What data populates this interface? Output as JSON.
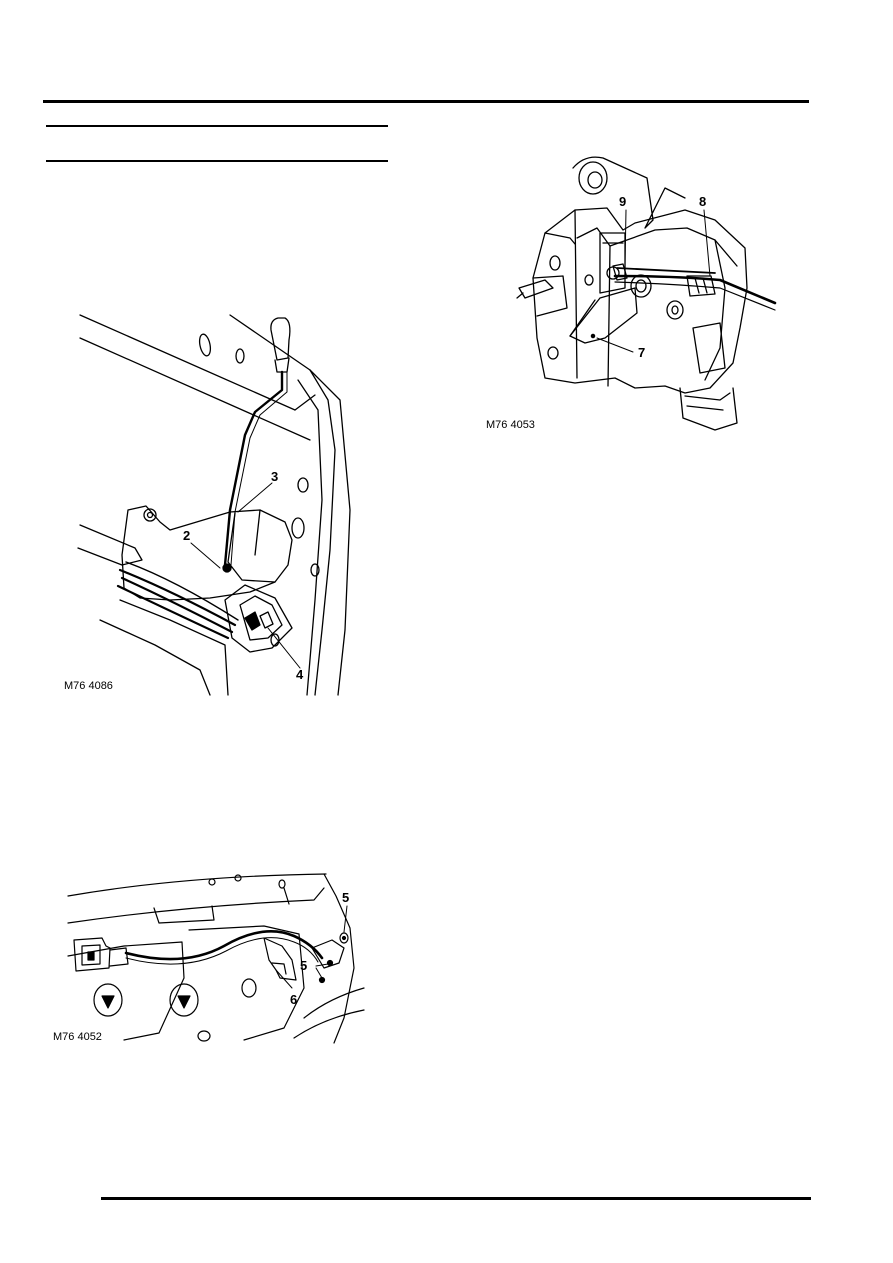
{
  "figures": {
    "fig1": {
      "ref": "M76 4086",
      "callouts": [
        "2",
        "3",
        "4"
      ]
    },
    "fig2": {
      "ref": "M76 4052",
      "callouts": [
        "5",
        "5",
        "6"
      ]
    },
    "fig3": {
      "ref": "M76 4053",
      "callouts": [
        "9",
        "8",
        "7"
      ]
    }
  }
}
